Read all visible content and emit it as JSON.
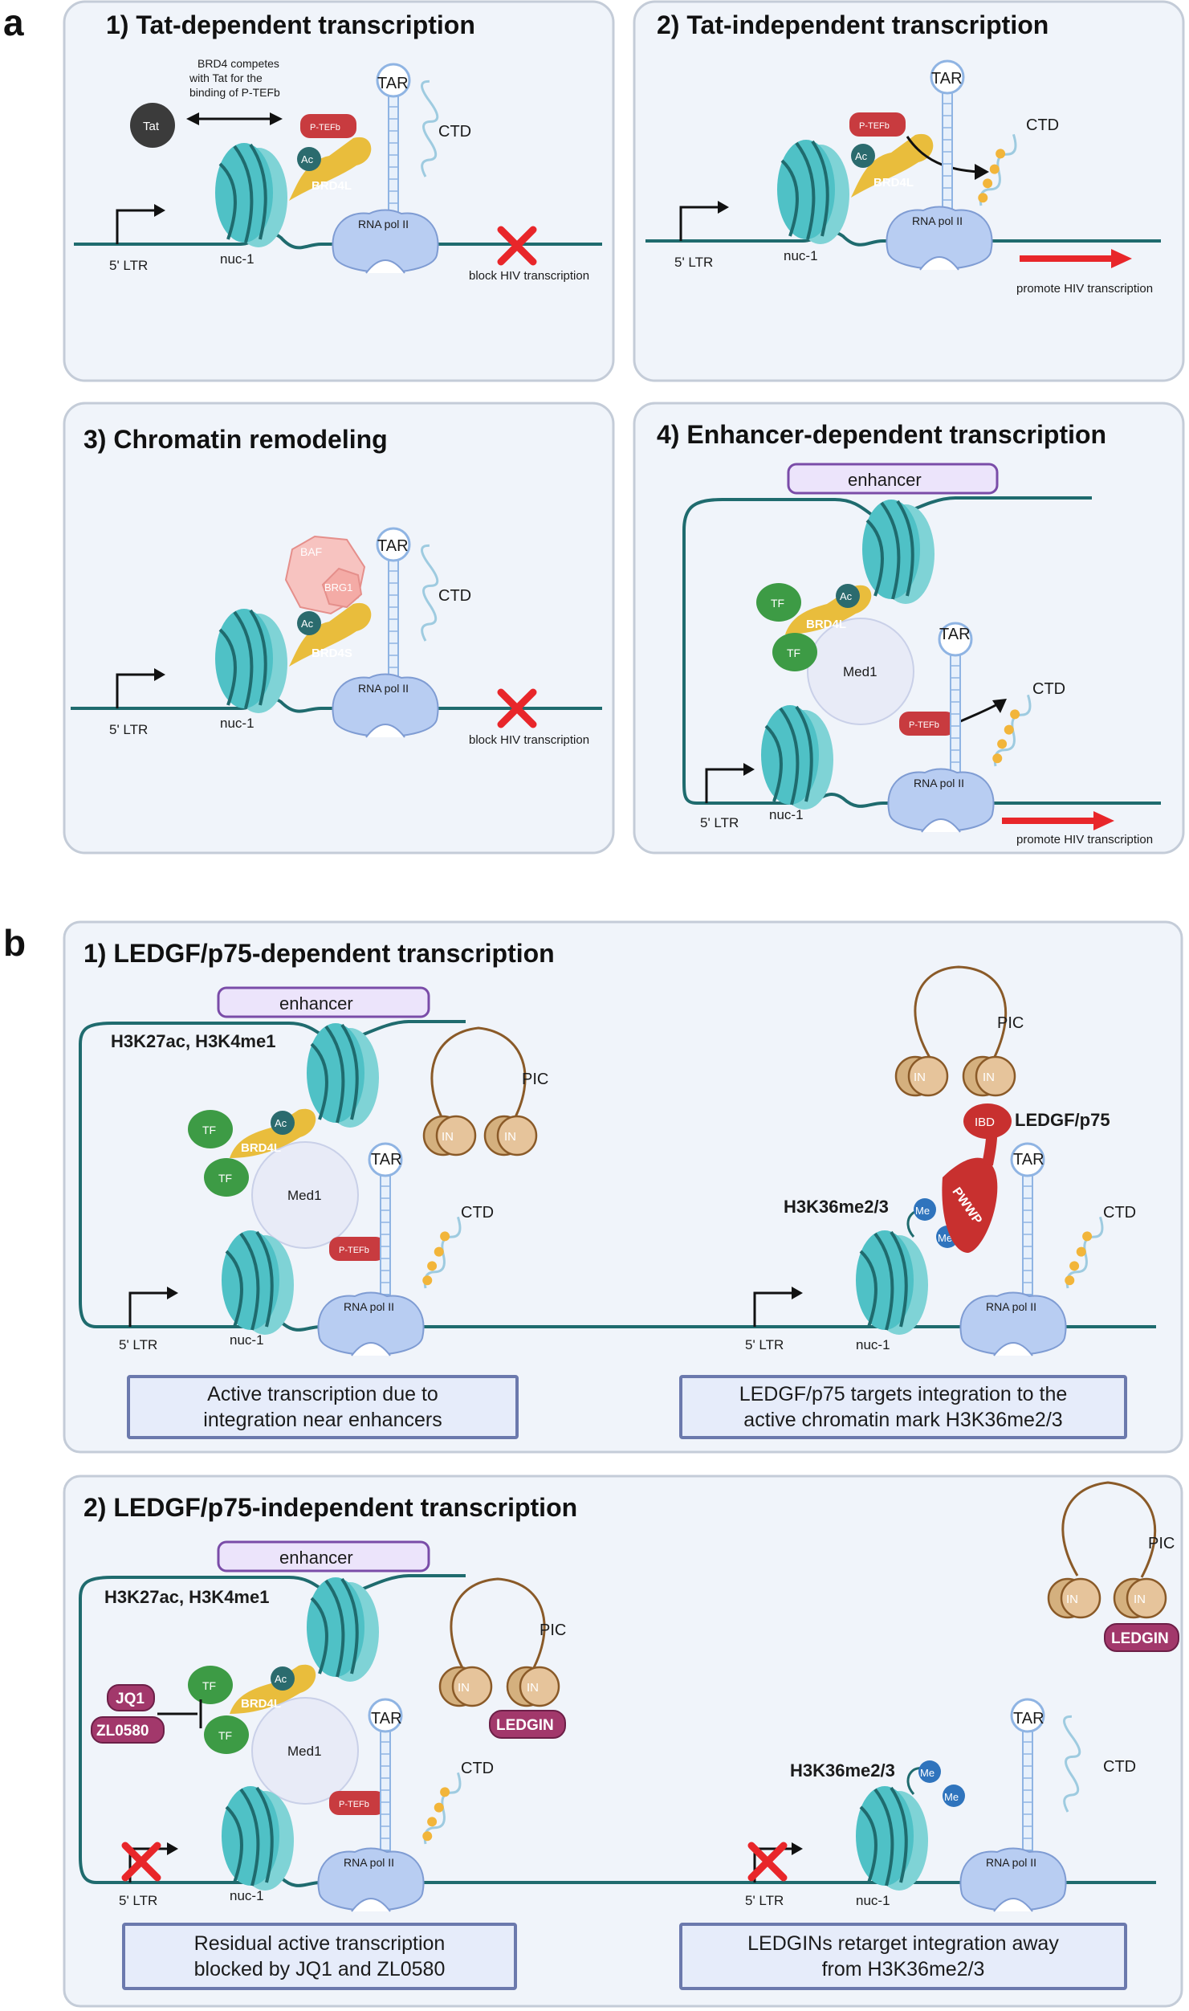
{
  "panel_letters": {
    "a": "a",
    "b": "b"
  },
  "a1": {
    "title": "1) Tat-dependent transcription",
    "brd4_note": [
      "BRD4 competes",
      "with Tat for the",
      "binding of P-TEFb"
    ],
    "tat": "Tat",
    "ptefb": "P-TEFb",
    "ac": "Ac",
    "brd": "BRD4L",
    "tar": "TAR",
    "ctd": "CTD",
    "polii": "RNA pol II",
    "ltr": "5' LTR",
    "nuc": "nuc-1",
    "result": "block HIV transcription"
  },
  "a2": {
    "title": "2) Tat-independent transcription",
    "ptefb": "P-TEFb",
    "ac": "Ac",
    "brd": "BRD4L",
    "tar": "TAR",
    "ctd": "CTD",
    "polii": "RNA pol II",
    "ltr": "5' LTR",
    "nuc": "nuc-1",
    "result": "promote HIV transcription"
  },
  "a3": {
    "title": "3) Chromatin remodeling",
    "baf": "BAF",
    "brg1": "BRG1",
    "ac": "Ac",
    "brd": "BRD4S",
    "tar": "TAR",
    "ctd": "CTD",
    "polii": "RNA pol II",
    "ltr": "5' LTR",
    "nuc": "nuc-1",
    "result": "block HIV transcription"
  },
  "a4": {
    "title": "4) Enhancer-dependent transcription",
    "enhancer": "enhancer",
    "tf": "TF",
    "ac": "Ac",
    "brd": "BRD4L",
    "med1": "Med1",
    "ptefb": "P-TEFb",
    "tar": "TAR",
    "ctd": "CTD",
    "polii": "RNA pol II",
    "ltr": "5' LTR",
    "nuc": "nuc-1",
    "result": "promote HIV  transcription"
  },
  "b1": {
    "title": "1) LEDGF/p75-dependent transcription",
    "enhancer": "enhancer",
    "marks": "H3K27ac, H3K4me1",
    "tf": "TF",
    "ac": "Ac",
    "brd": "BRD4L",
    "med1": "Med1",
    "ptefb": "P-TEFb",
    "tar": "TAR",
    "ctd": "CTD",
    "polii": "RNA pol II",
    "ltr": "5' LTR",
    "nuc": "nuc-1",
    "pic": "PIC",
    "in": "IN",
    "ibd": "IBD",
    "ledgf": "LEDGF/p75",
    "pwwp": "PWWP",
    "h3k36": "H3K36me2/3",
    "me": "Me",
    "caption_left": [
      "Active transcription due to",
      "integration near enhancers"
    ],
    "caption_right": [
      "LEDGF/p75 targets integration to the",
      "active chromatin mark H3K36me2/3"
    ]
  },
  "b2": {
    "title": "2) LEDGF/p75-independent transcription",
    "enhancer": "enhancer",
    "marks": "H3K27ac, H3K4me1",
    "tf": "TF",
    "ac": "Ac",
    "brd": "BRD4L",
    "med1": "Med1",
    "ptefb": "P-TEFb",
    "tar": "TAR",
    "ctd": "CTD",
    "polii": "RNA pol II",
    "ltr": "5' LTR",
    "nuc": "nuc-1",
    "pic": "PIC",
    "in": "IN",
    "ledgin": "LEDGIN",
    "jq1": "JQ1",
    "zl": "ZL0580",
    "h3k36": "H3K36me2/3",
    "me": "Me",
    "caption_left": [
      "Residual active transcription",
      "blocked by JQ1 and ZL0580"
    ],
    "caption_right": [
      "LEDGINs retarget integration away",
      "from H3K36me2/3"
    ]
  },
  "colors": {
    "nucleosome": "#4fc1c6",
    "brd4": "#e9bd3c",
    "polii": "#b8cdf2",
    "ptefb": "#c83b3f",
    "tf": "#3d9b45",
    "ledgin": "#a2386b",
    "ledgf": "#c8302f",
    "in_protein": "#e6c49b",
    "dna": "#1f6b6e",
    "h3k36": "#2f74bd",
    "marks": "#7a4ca8",
    "pic": "#e5932a"
  }
}
